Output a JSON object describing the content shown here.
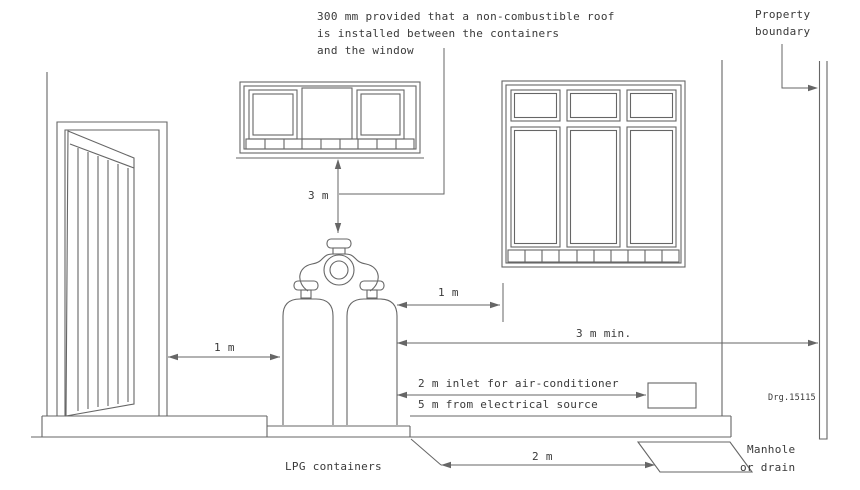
{
  "colors": {
    "line": "#666666",
    "text": "#3a3a3a",
    "background": "#ffffff"
  },
  "note_top": {
    "line1": "300 mm provided that a non-combustible roof",
    "line2": "is installed between the containers",
    "line3": "and the window"
  },
  "property_boundary": {
    "line1": "Property",
    "line2": "boundary"
  },
  "dimensions": {
    "window_to_cylinders": "3 m",
    "door_to_cylinders": "1 m",
    "cylinders_to_window_edge": "1 m",
    "cylinders_to_boundary": "3 m min.",
    "aircon_inlet": "2 m inlet for air-conditioner",
    "electrical_source": "5 m from electrical source",
    "cylinders_to_manhole": "2 m"
  },
  "labels": {
    "lpg_containers": "LPG containers",
    "manhole_line1": "Manhole",
    "manhole_line2": "or drain",
    "drawing_number": "Drg.15115"
  }
}
